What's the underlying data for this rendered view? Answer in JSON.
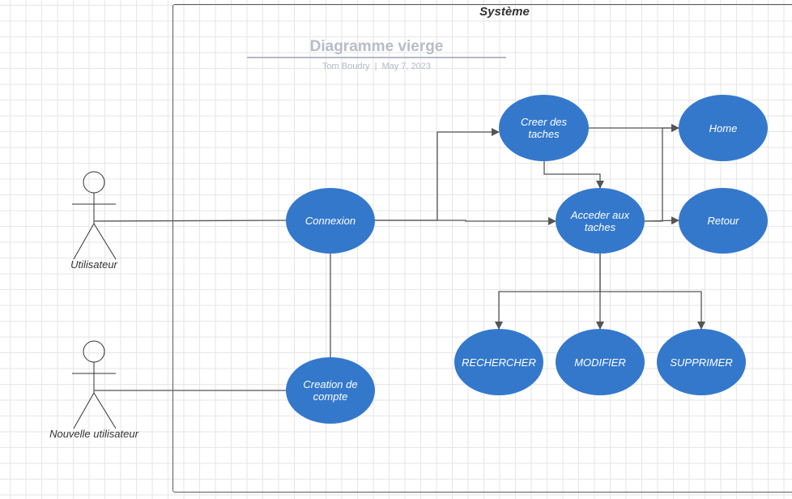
{
  "system": {
    "title": "Système"
  },
  "document": {
    "title": "Diagramme vierge",
    "author": "Tom Boudry",
    "separator": "|",
    "date": "May 7, 2023"
  },
  "actors": {
    "utilisateur": {
      "label": "Utilisateur"
    },
    "nouvel_utilisateur": {
      "label": "Nouvelle utilisateur"
    }
  },
  "usecases": {
    "connexion": "Connexion",
    "creation_compte": "Creation de compte",
    "creer_taches": "Creer des taches",
    "acceder_taches": "Acceder aux taches",
    "home": "Home",
    "retour": "Retour",
    "rechercher": "RECHERCHER",
    "modifier": "MODIFIER",
    "supprimer": "SUPPRIMER"
  },
  "colors": {
    "usecase_fill": "#3478cc",
    "line": "#555555",
    "frame": "#5a5a5a",
    "title_muted": "#b8bcc8"
  }
}
